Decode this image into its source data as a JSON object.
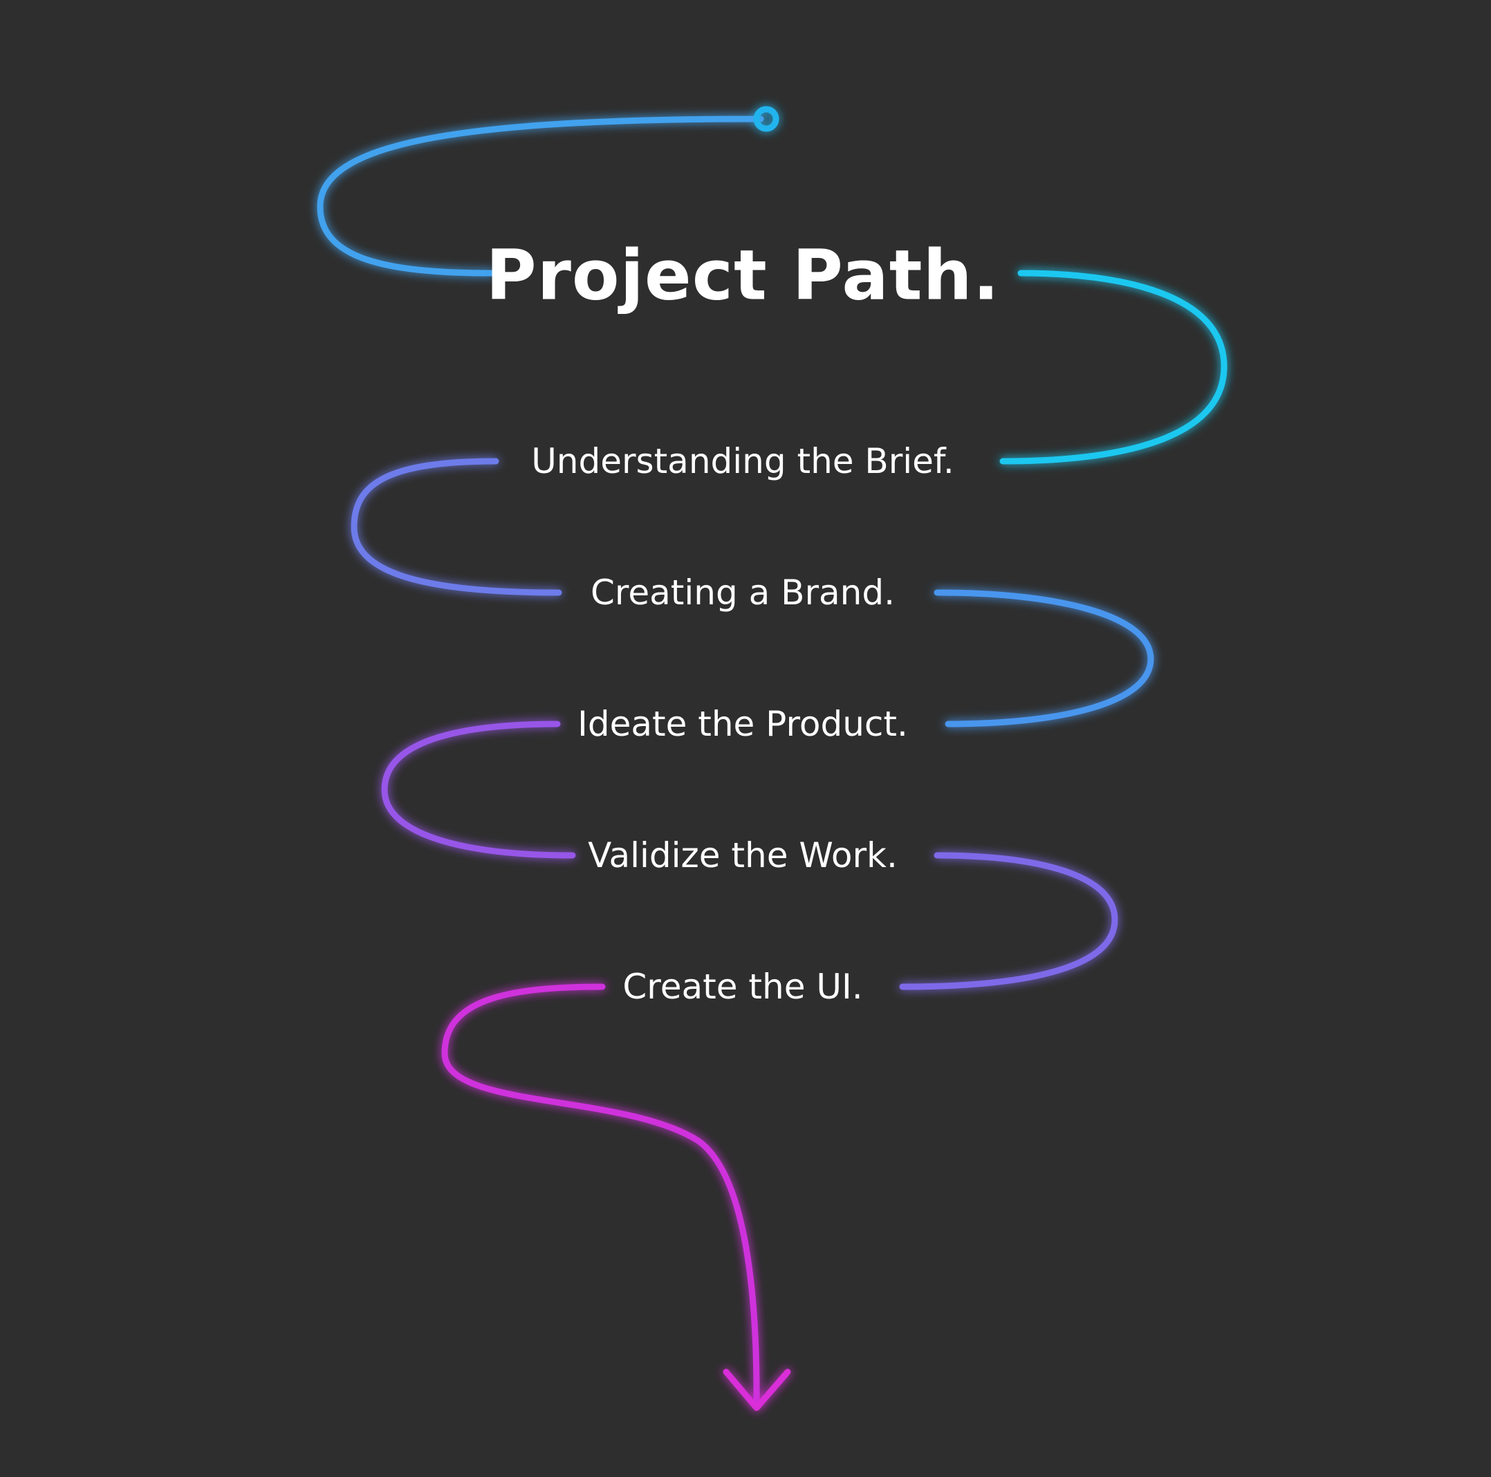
{
  "diagram": {
    "title": "Project Path.",
    "steps": [
      {
        "label": "Understanding the Brief."
      },
      {
        "label": "Creating a Brand."
      },
      {
        "label": "Ideate the Product."
      },
      {
        "label": "Validize the Work."
      },
      {
        "label": "Create the UI."
      }
    ],
    "colors": {
      "background": "#2e2e2e",
      "text": "#ffffff",
      "gradient_cyan": "#1ec8f0",
      "gradient_blue": "#4a90f0",
      "gradient_violet": "#9a55e8",
      "gradient_magenta": "#d92ed8"
    },
    "icons": {
      "start": "start-ring-icon",
      "end": "arrow-down-icon"
    }
  }
}
